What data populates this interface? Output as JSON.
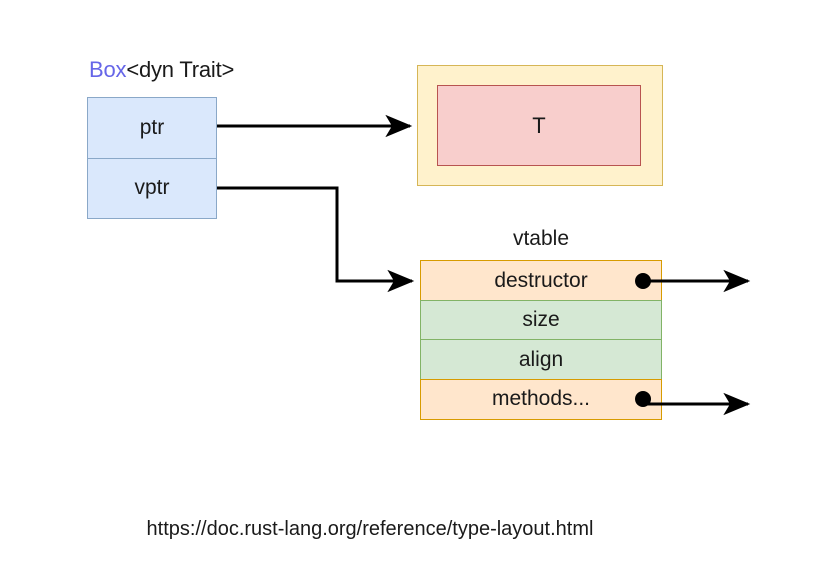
{
  "diagram": {
    "title_prefix": "Box",
    "title_suffix": "<dyn Trait>",
    "box_struct": {
      "fields": [
        {
          "label": "ptr"
        },
        {
          "label": "vptr"
        }
      ]
    },
    "data_block": {
      "inner_label": "T"
    },
    "vtable": {
      "caption": "vtable",
      "rows": [
        {
          "label": "destructor",
          "kind": "orange",
          "has_pointer": true
        },
        {
          "label": "size",
          "kind": "green",
          "has_pointer": false
        },
        {
          "label": "align",
          "kind": "green",
          "has_pointer": false
        },
        {
          "label": "methods...",
          "kind": "orange",
          "has_pointer": true
        }
      ]
    },
    "footer": {
      "url": "https://doc.rust-lang.org/reference/type-layout.html"
    },
    "colors": {
      "keyword_blue": "#6666e8",
      "box_fill": "#dae8fc",
      "box_stroke": "#8aa8c8",
      "data_outer_fill": "#fff2cc",
      "data_outer_stroke": "#d6b656",
      "data_inner_fill": "#f8cecc",
      "data_inner_stroke": "#b85450",
      "vtable_orange_fill": "#ffe6cc",
      "vtable_orange_stroke": "#d79b00",
      "vtable_green_fill": "#d5e8d4",
      "vtable_green_stroke": "#82b366",
      "wire": "#000000",
      "text": "#1a1a1a",
      "background": "#ffffff"
    }
  }
}
